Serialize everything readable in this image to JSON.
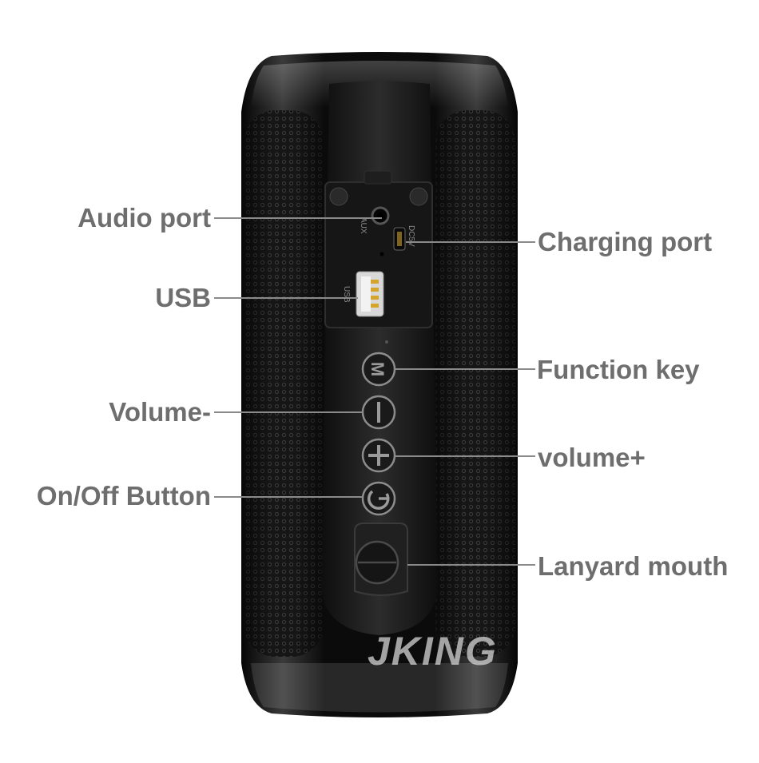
{
  "labels": {
    "audio_port": "Audio port",
    "usb": "USB",
    "volume_minus": "Volume-",
    "on_off_button": "On/Off Button",
    "charging_port": "Charging port",
    "function_key": "Function key",
    "volume_plus": "volume+",
    "lanyard_mouth": "Lanyard mouth"
  },
  "port_labels": {
    "aux": "AUX",
    "dc5v": "DC5V",
    "usb": "USB"
  },
  "button_glyphs": {
    "mode": "M"
  },
  "watermark": "JKING",
  "colors": {
    "label_text": "#6e6e6e",
    "leader_line": "#8a8a8a",
    "speaker_body": "#111111",
    "mesh": "#222222"
  }
}
